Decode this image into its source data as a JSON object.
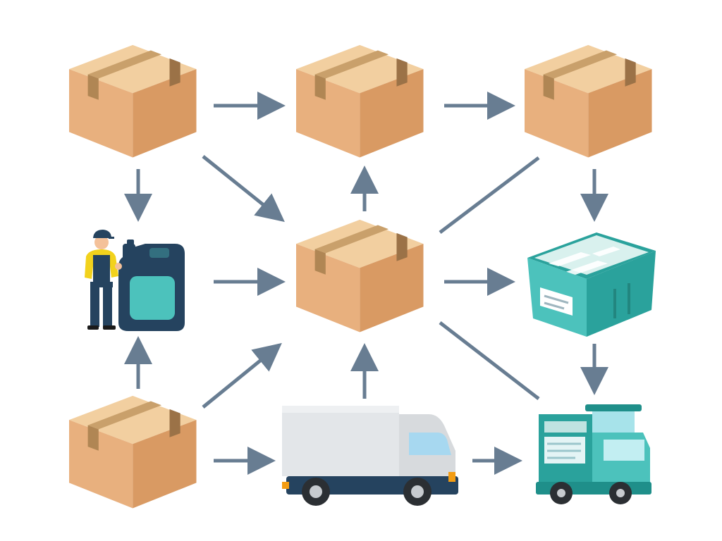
{
  "diagram": {
    "nodes": [
      {
        "id": "box-top-left",
        "icon": "cardboard-box-icon"
      },
      {
        "id": "box-top-center",
        "icon": "cardboard-box-icon"
      },
      {
        "id": "box-top-right",
        "icon": "cardboard-box-icon"
      },
      {
        "id": "worker-canister",
        "icon": "worker-with-canister-icon"
      },
      {
        "id": "box-center",
        "icon": "cardboard-box-icon"
      },
      {
        "id": "storage-bin",
        "icon": "storage-bin-icon"
      },
      {
        "id": "box-bottom-left",
        "icon": "cardboard-box-icon"
      },
      {
        "id": "delivery-truck",
        "icon": "delivery-truck-icon"
      },
      {
        "id": "teal-truck",
        "icon": "teal-cargo-truck-icon"
      }
    ],
    "edges": [
      {
        "from": "box-top-left",
        "to": "box-top-center"
      },
      {
        "from": "box-top-center",
        "to": "box-top-right"
      },
      {
        "from": "box-top-left",
        "to": "worker-canister"
      },
      {
        "from": "box-top-left",
        "to": "box-center"
      },
      {
        "from": "box-center",
        "to": "box-top-center"
      },
      {
        "from": "box-top-right",
        "to": "storage-bin"
      },
      {
        "from": "box-top-right",
        "to": "box-center",
        "arrowhead": false
      },
      {
        "from": "worker-canister",
        "to": "box-center"
      },
      {
        "from": "box-center",
        "to": "storage-bin"
      },
      {
        "from": "box-bottom-left",
        "to": "worker-canister"
      },
      {
        "from": "box-bottom-left",
        "to": "box-center"
      },
      {
        "from": "delivery-truck",
        "to": "box-center"
      },
      {
        "from": "box-center",
        "to": "teal-truck",
        "arrowhead": false
      },
      {
        "from": "storage-bin",
        "to": "teal-truck"
      },
      {
        "from": "box-bottom-left",
        "to": "delivery-truck"
      },
      {
        "from": "delivery-truck",
        "to": "teal-truck"
      }
    ]
  },
  "colors": {
    "arrow": "#687d92",
    "box_light": "#f2cfa0",
    "box_left": "#e8b07e",
    "box_right": "#d99a63",
    "tape": "#b08654",
    "teal": "#4cc2bc",
    "teal_dark": "#2aa29c",
    "navy": "#25435f",
    "truck_body": "#e3e6e9"
  }
}
